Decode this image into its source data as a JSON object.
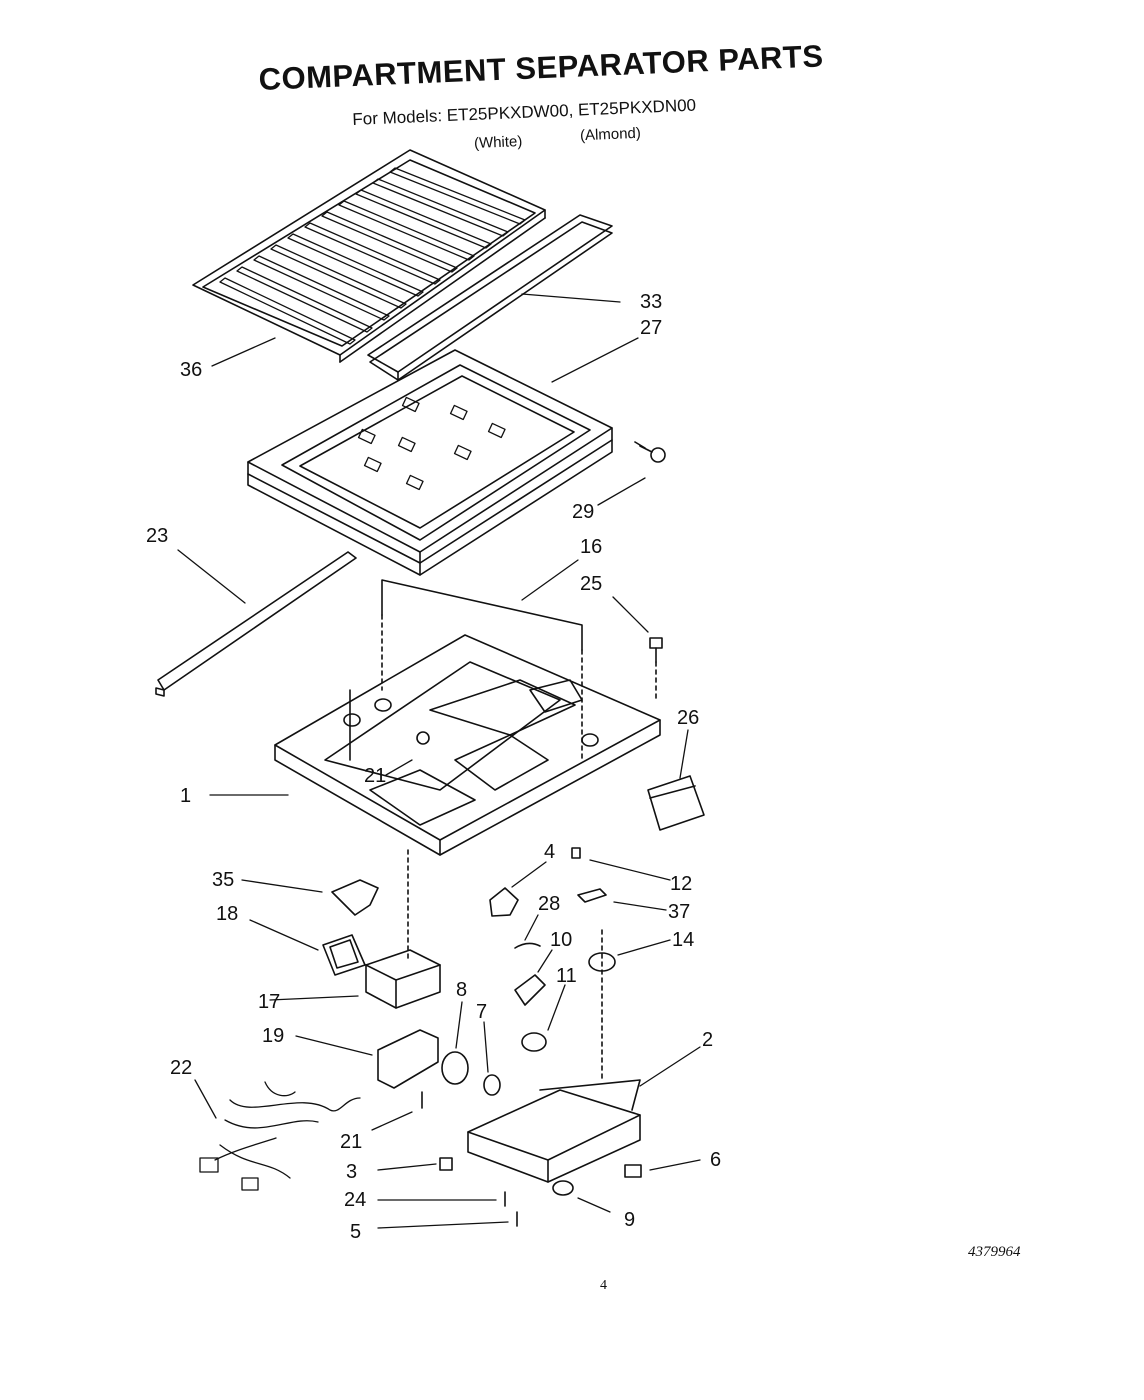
{
  "header": {
    "title": "COMPARTMENT SEPARATOR PARTS",
    "models_line": "For Models: ET25PKXDW00, ET25PKXDN00",
    "variant_white": "(White)",
    "variant_almond": "(Almond)"
  },
  "part_labels": [
    "36",
    "33",
    "27",
    "29",
    "23",
    "16",
    "25",
    "26",
    "1",
    "21",
    "4",
    "12",
    "37",
    "28",
    "35",
    "18",
    "10",
    "14",
    "11",
    "17",
    "8",
    "7",
    "2",
    "19",
    "22",
    "21",
    "3",
    "6",
    "24",
    "9",
    "5"
  ],
  "footer": {
    "doc_number": "4379964",
    "page_number": "4"
  }
}
